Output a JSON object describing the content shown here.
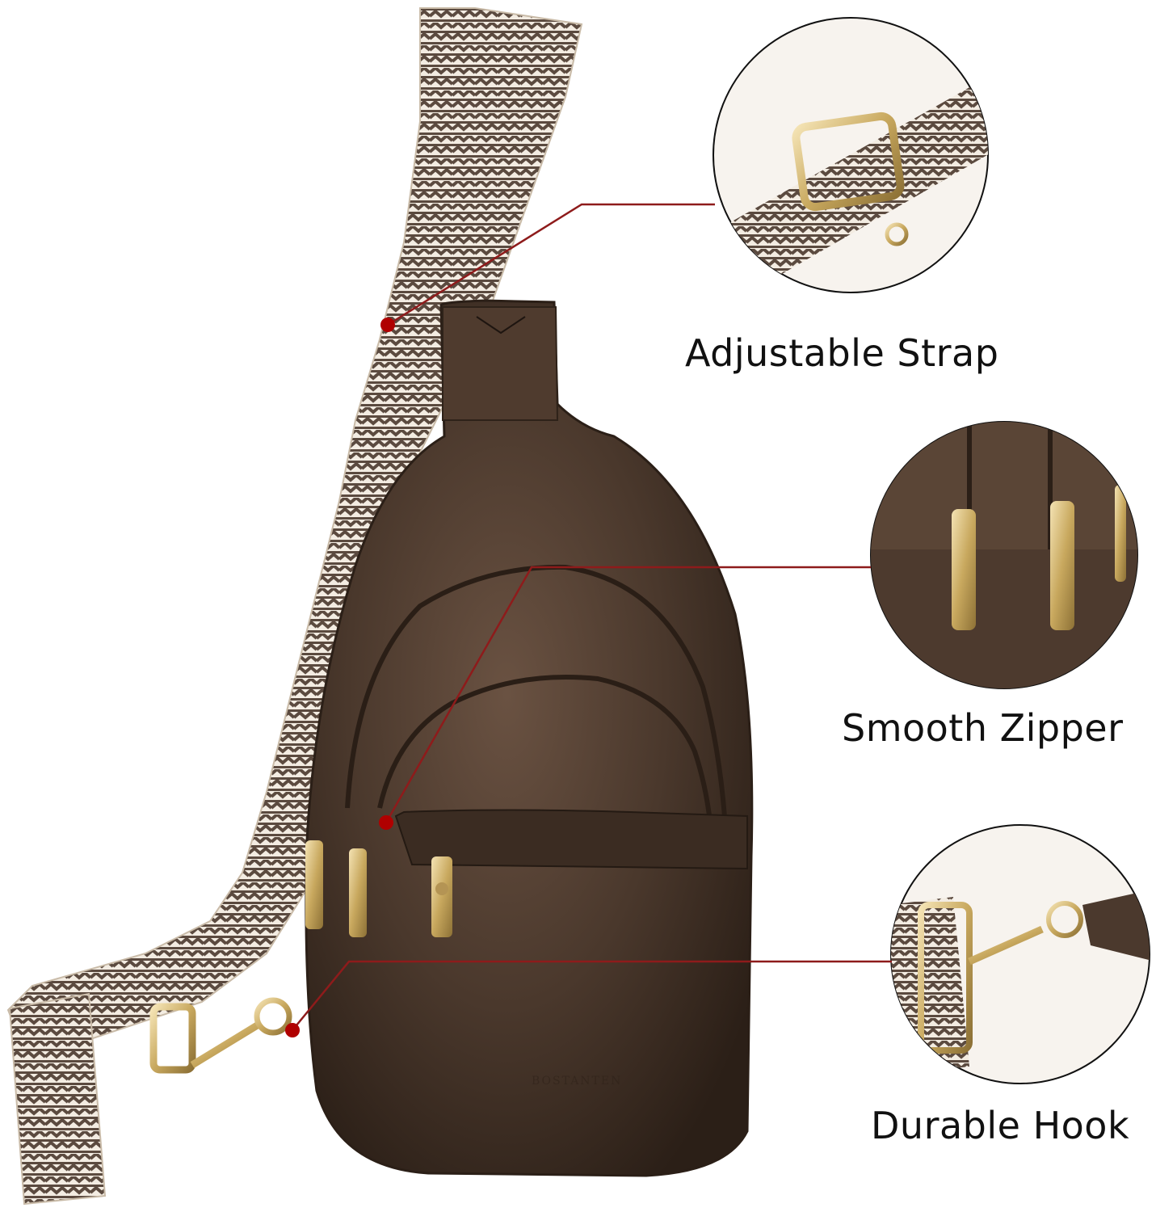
{
  "product": {
    "brand_imprint": "BOSTANTEN",
    "colors": {
      "leather": "#4a382c",
      "leather_dark": "#33261d",
      "stripe_brown": "#5b4a3f",
      "stripe_cream": "#f3ece2",
      "hardware_gold": "#d8c08a",
      "callout_red": "#8e1b1b"
    }
  },
  "callouts": [
    {
      "label": "Adjustable Strap",
      "icon": "strap-buckle-closeup"
    },
    {
      "label": "Smooth Zipper",
      "icon": "zipper-pulls-closeup"
    },
    {
      "label": "Durable Hook",
      "icon": "swivel-hook-closeup"
    }
  ]
}
